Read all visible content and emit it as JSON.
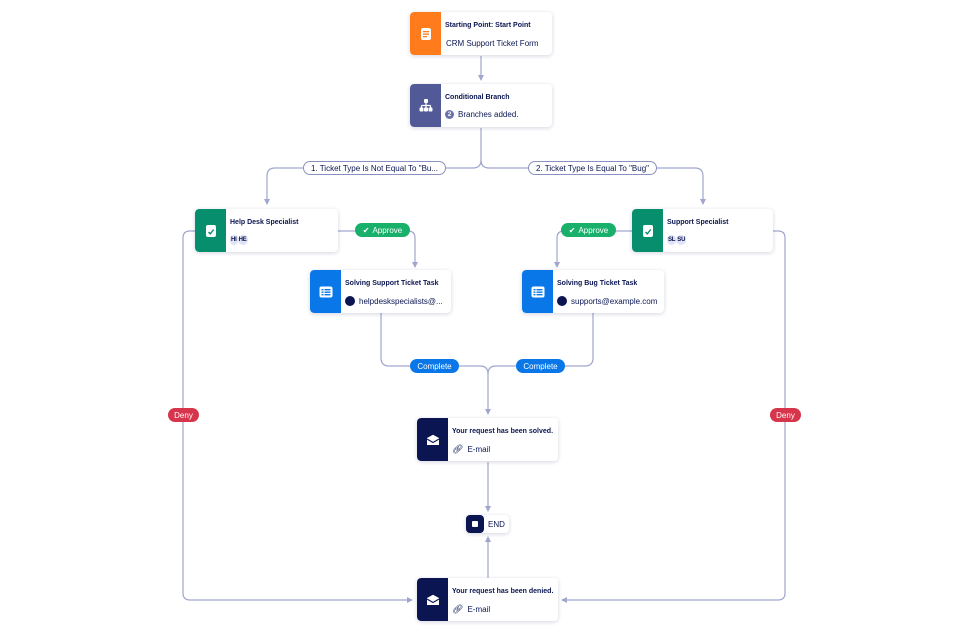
{
  "colors": {
    "start": "#ff7b1c",
    "branch": "#515a96",
    "approval": "#078e6c",
    "task": "#0a77e8",
    "email": "#0a1551",
    "approve": "#18b06a",
    "complete": "#0a77e8",
    "deny": "#d7354c",
    "connector": "#a0a6cd"
  },
  "nodes": {
    "start": {
      "title": "Starting Point: Start Point",
      "subtitle": "CRM Support Ticket Form",
      "icon": "form-icon"
    },
    "branch": {
      "title": "Conditional Branch",
      "badge": "2",
      "subtitle": "Branches added.",
      "icon": "branch-icon"
    },
    "help_desk": {
      "title": "Help Desk Specialist",
      "avatars": [
        "HI",
        "HE"
      ],
      "icon": "approval-icon"
    },
    "support": {
      "title": "Support Specialist",
      "avatars": [
        "SL",
        "SU"
      ],
      "icon": "approval-icon"
    },
    "task_support": {
      "title": "Solving Support Ticket Task",
      "assignee": "helpdeskspecialists@...",
      "icon": "task-list-icon"
    },
    "task_bug": {
      "title": "Solving Bug Ticket Task",
      "assignee": "supports@example.com",
      "icon": "task-list-icon"
    },
    "email_solved": {
      "title": "Your request has been solved.",
      "subtitle": "E-mail",
      "icon": "email-icon"
    },
    "end": {
      "label": "END"
    },
    "email_denied": {
      "title": "Your request has been denied.",
      "subtitle": "E-mail",
      "icon": "email-icon"
    }
  },
  "conditions": {
    "left": "1. Ticket Type Is Not Equal To \"Bu...",
    "right": "2. Ticket Type Is Equal To \"Bug\""
  },
  "outcomes": {
    "approve": "Approve",
    "complete": "Complete",
    "deny": "Deny"
  }
}
